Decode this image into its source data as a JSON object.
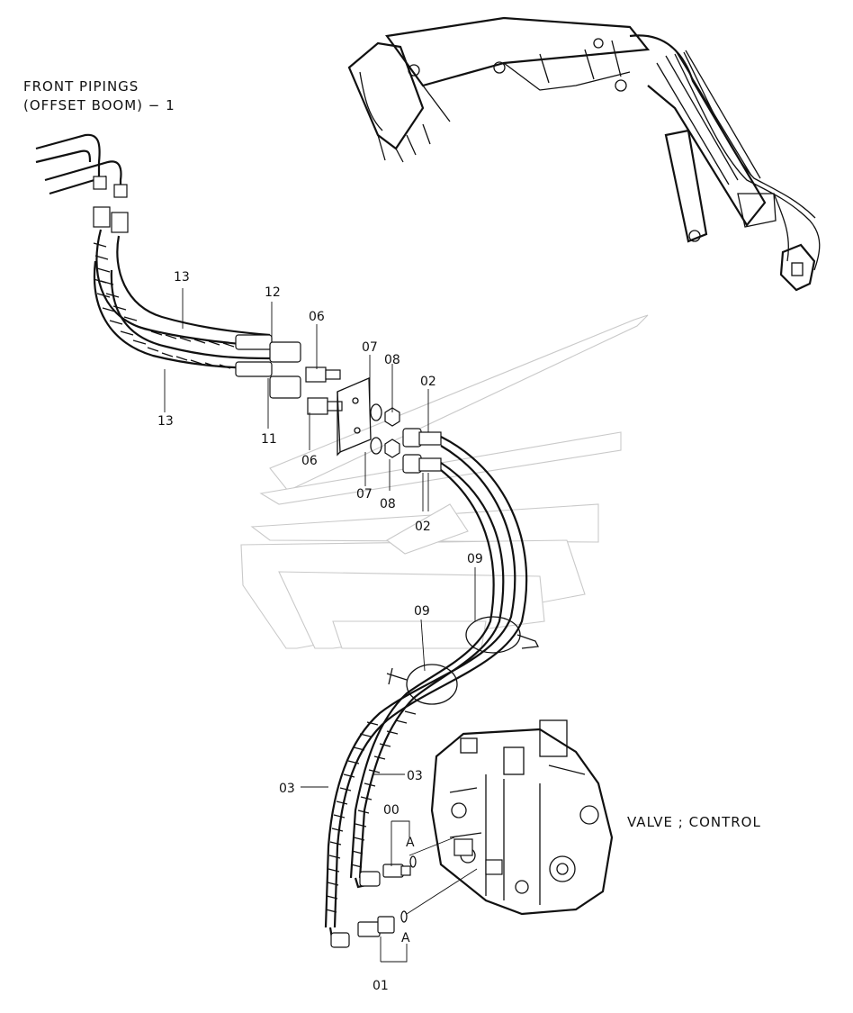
{
  "header": {
    "title_line1": "FRONT PIPINGS",
    "title_line2": "(OFFSET BOOM) − 1"
  },
  "component_label": "VALVE ; CONTROL",
  "callouts": {
    "p13_upper": "13",
    "p13_lower": "13",
    "p12": "12",
    "p11": "11",
    "p06_upper": "06",
    "p06_lower": "06",
    "p07_upper": "07",
    "p07_lower": "07",
    "p08_upper": "08",
    "p08_lower": "08",
    "p02_upper": "02",
    "p02_lower": "02",
    "p09_upper": "09",
    "p09_lower": "09",
    "p03_left": "03",
    "p03_right": "03",
    "p00": "00",
    "p01": "01",
    "a_upper": "A",
    "a_lower": "A"
  }
}
